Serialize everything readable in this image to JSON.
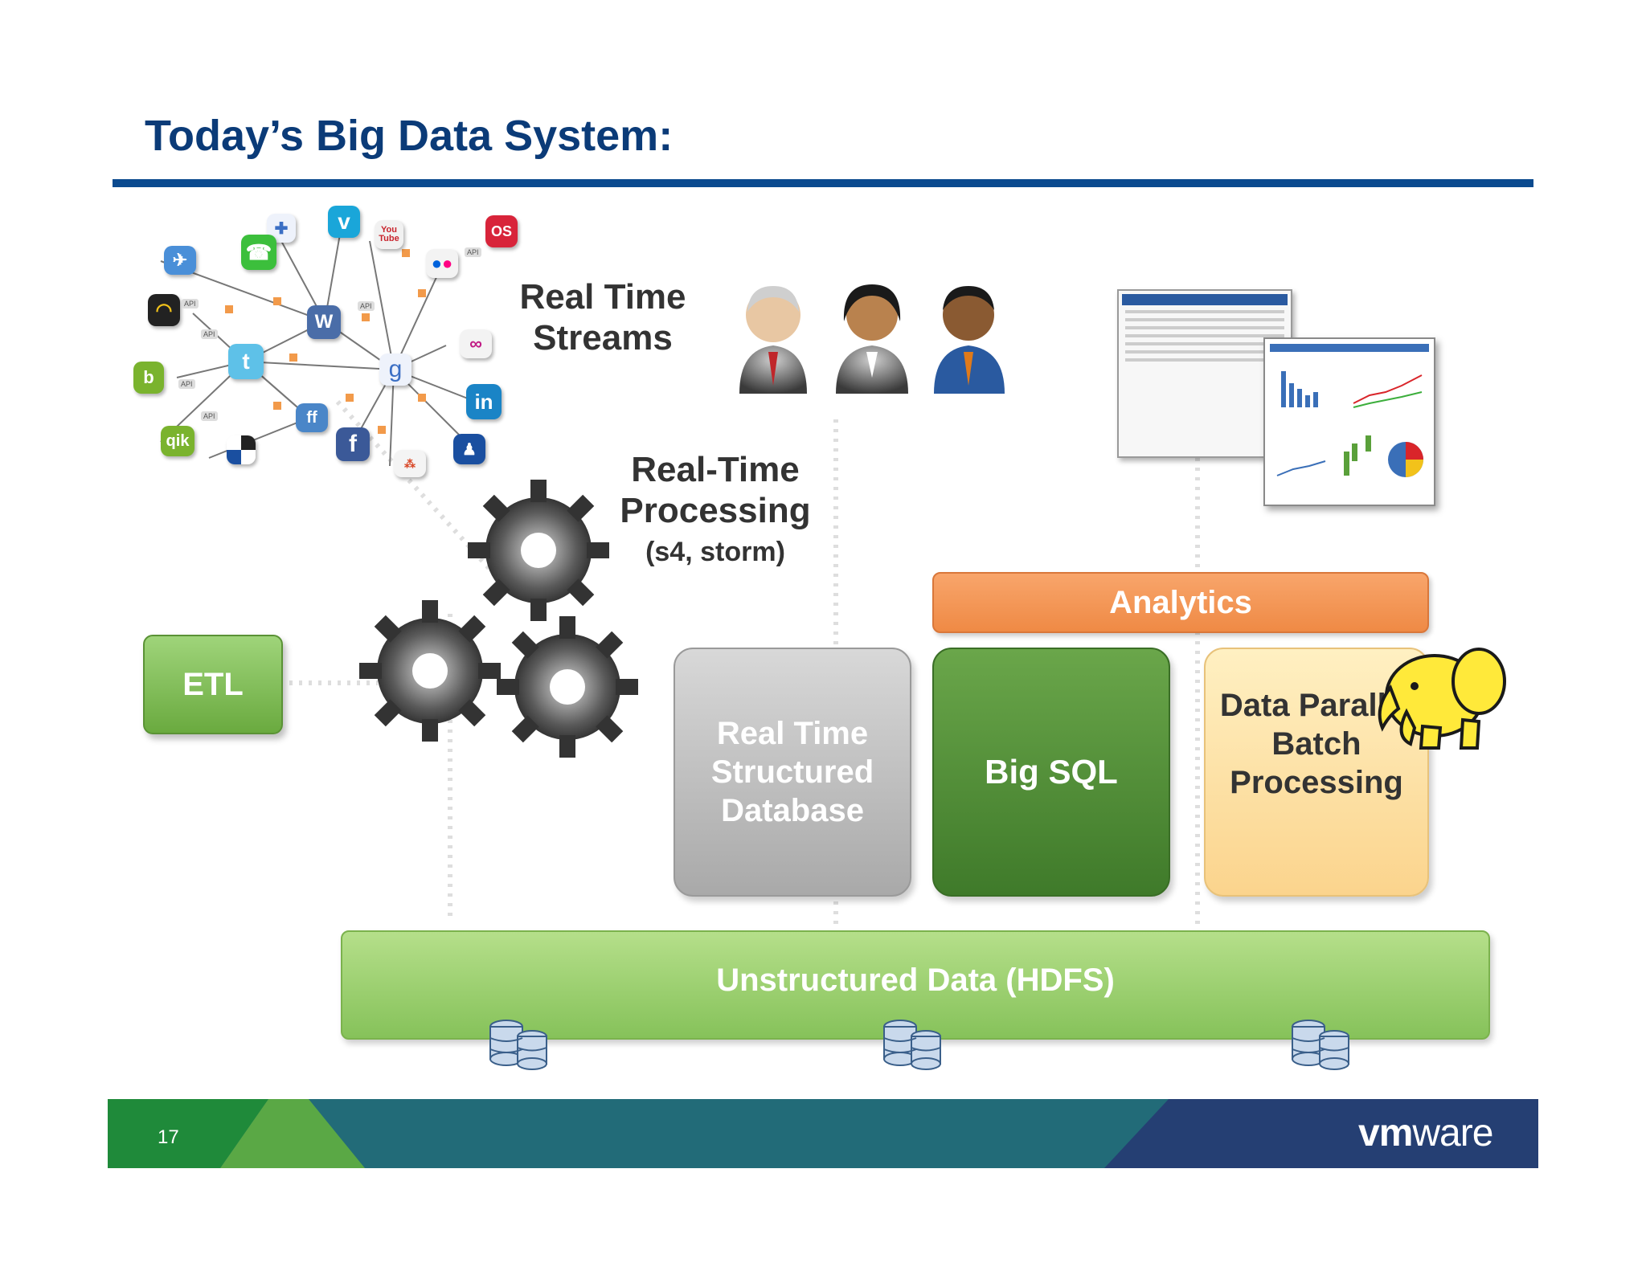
{
  "title": "Today’s Big Data System:",
  "labels": {
    "real_time_streams": "Real Time Streams",
    "real_time_processing": "Real-Time Processing",
    "processing_tools": "(s4, storm)"
  },
  "boxes": {
    "etl": "ETL",
    "analytics": "Analytics",
    "real_time_structured_db": "Real Time Structured Database",
    "big_sql": "Big SQL",
    "data_parallel_batch": "Data Parallel Batch Processing",
    "hdfs": "Unstructured Data (HDFS)"
  },
  "social_icons": {
    "vimeo": "v",
    "youtube": "You Tube",
    "lastfm": "OS",
    "blogger": "b",
    "qik": "qik",
    "wordpress": "W",
    "google": "g",
    "linkedin": "in",
    "facebook": "f",
    "friendfeed": "ff",
    "api": "API"
  },
  "footer": {
    "slide_number": "17",
    "brand_vm": "vm",
    "brand_ware": "ware"
  },
  "colors": {
    "title": "#0b3b78",
    "rule": "#0b4a8f",
    "footer_green": "#1f8a3a",
    "footer_teal": "#226b78",
    "footer_navy": "#253f73",
    "analytics": "#ef8a45",
    "big_sql": "#4f8a34",
    "etl": "#7fbf52"
  }
}
